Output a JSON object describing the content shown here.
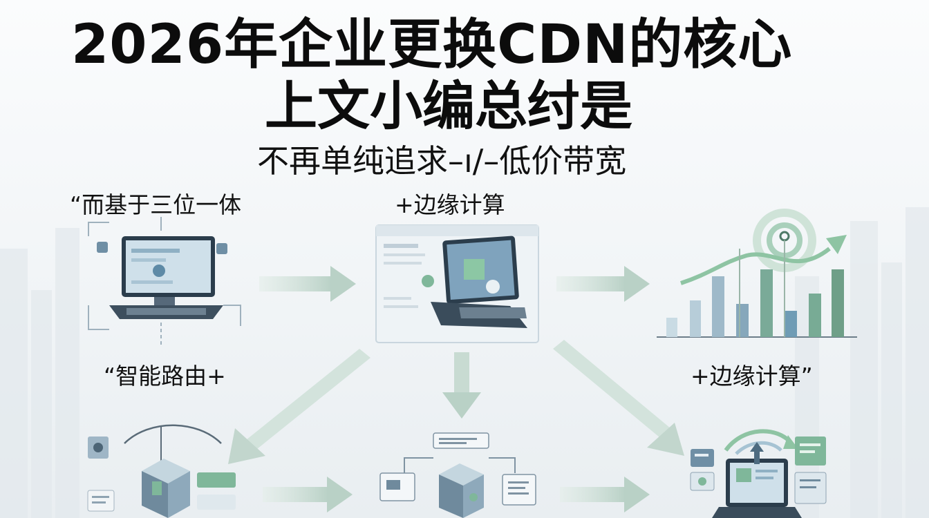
{
  "title": {
    "line1": "2026年企业更换CDN的核心",
    "line2": "上文小编总纣是"
  },
  "subtitle": "不再单纯追求–ı/–低价带宽",
  "labels": {
    "top_left": "“而基于三位一体",
    "top_center": "+边缘计算",
    "middle_left": "“智能路由+",
    "middle_right": "+边缘计算”"
  },
  "colors": {
    "accent_green": "#7fb79a",
    "accent_blue": "#7b9fb8",
    "arrow": "#c5d9d0",
    "title": "#0c0c0c"
  },
  "illustrations": [
    "laptop-monitor-icon",
    "laptop-window-icon",
    "growth-bar-chart-icon",
    "cube-network-icon",
    "cube-nodes-icon",
    "laptop-dashboard-icon"
  ]
}
